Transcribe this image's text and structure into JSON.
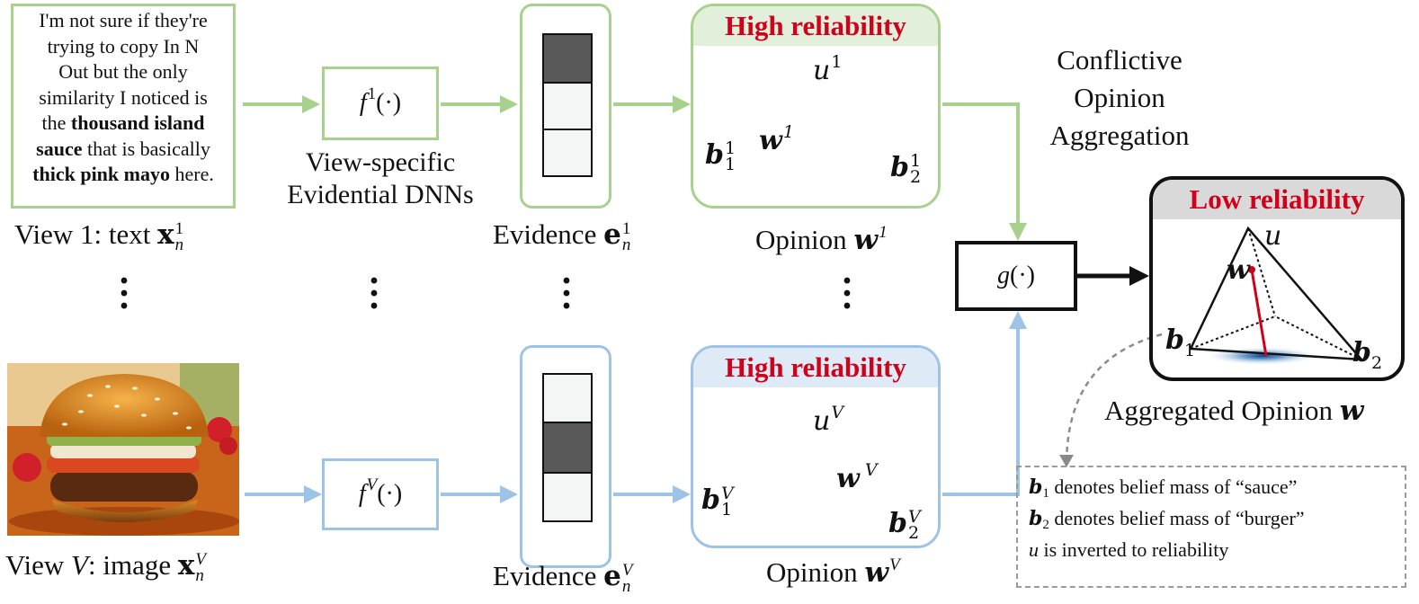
{
  "view1": {
    "text_lines": [
      {
        "parts": [
          {
            "t": "I'm not sure if they're",
            "b": false
          }
        ]
      },
      {
        "parts": [
          {
            "t": "trying to copy In N",
            "b": false
          }
        ]
      },
      {
        "parts": [
          {
            "t": "Out but the only",
            "b": false
          }
        ]
      },
      {
        "parts": [
          {
            "t": "similarity I noticed is",
            "b": false
          }
        ]
      },
      {
        "parts": [
          {
            "t": "the ",
            "b": false
          },
          {
            "t": "thousand island",
            "b": true
          }
        ]
      },
      {
        "parts": [
          {
            "t": "sauce",
            "b": true
          },
          {
            "t": " that is basically",
            "b": false
          }
        ]
      },
      {
        "parts": [
          {
            "t": "thick pink mayo",
            "b": true
          },
          {
            "t": " here.",
            "b": false
          }
        ]
      }
    ],
    "caption_prefix": "View 1: text ",
    "caption_var": "x",
    "caption_sup": "1",
    "caption_sub": "n"
  },
  "viewV": {
    "caption_prefix": "View ",
    "caption_view": "V",
    "caption_mid": ": image ",
    "caption_var": "x",
    "caption_sup": "V",
    "caption_sub": "n"
  },
  "networks": {
    "f1_base": "f",
    "f1_sup": "1",
    "fV_base": "f",
    "fV_sup": "V",
    "f_arg": "(·)",
    "label_line1": "View-specific",
    "label_line2": "Evidential DNNs"
  },
  "evidence": {
    "label": "Evidence ",
    "var": "e",
    "sup1": "1",
    "supV": "V",
    "sub": "n"
  },
  "opinions": {
    "reliability_high": "High reliability",
    "reliability_low": "Low reliability",
    "label": "Opinion ",
    "var": "w",
    "sup1": "1",
    "supV": "V",
    "b_var": "b",
    "u_var": "u",
    "sub1": "1",
    "sub2": "2"
  },
  "aggregation": {
    "title_line1": "Conflictive",
    "title_line2": "Opinion",
    "title_line3": "Aggregation",
    "g_base": "g",
    "g_arg": "(·)",
    "result_label": "Aggregated Opinion "
  },
  "legend": {
    "line1": "denotes belief mass of “sauce”",
    "line2": "denotes belief mass of “burger”",
    "line3": "is inverted to reliability"
  },
  "colors": {
    "green": "#a9d18e",
    "green_fill": "#e2efda",
    "blue": "#9dc3e6",
    "blue_fill": "#deebf7",
    "red": "#d0021b",
    "dark_cell": "#595959",
    "light_cell": "#f4f6f6",
    "gray_head": "#d9d9d9"
  }
}
